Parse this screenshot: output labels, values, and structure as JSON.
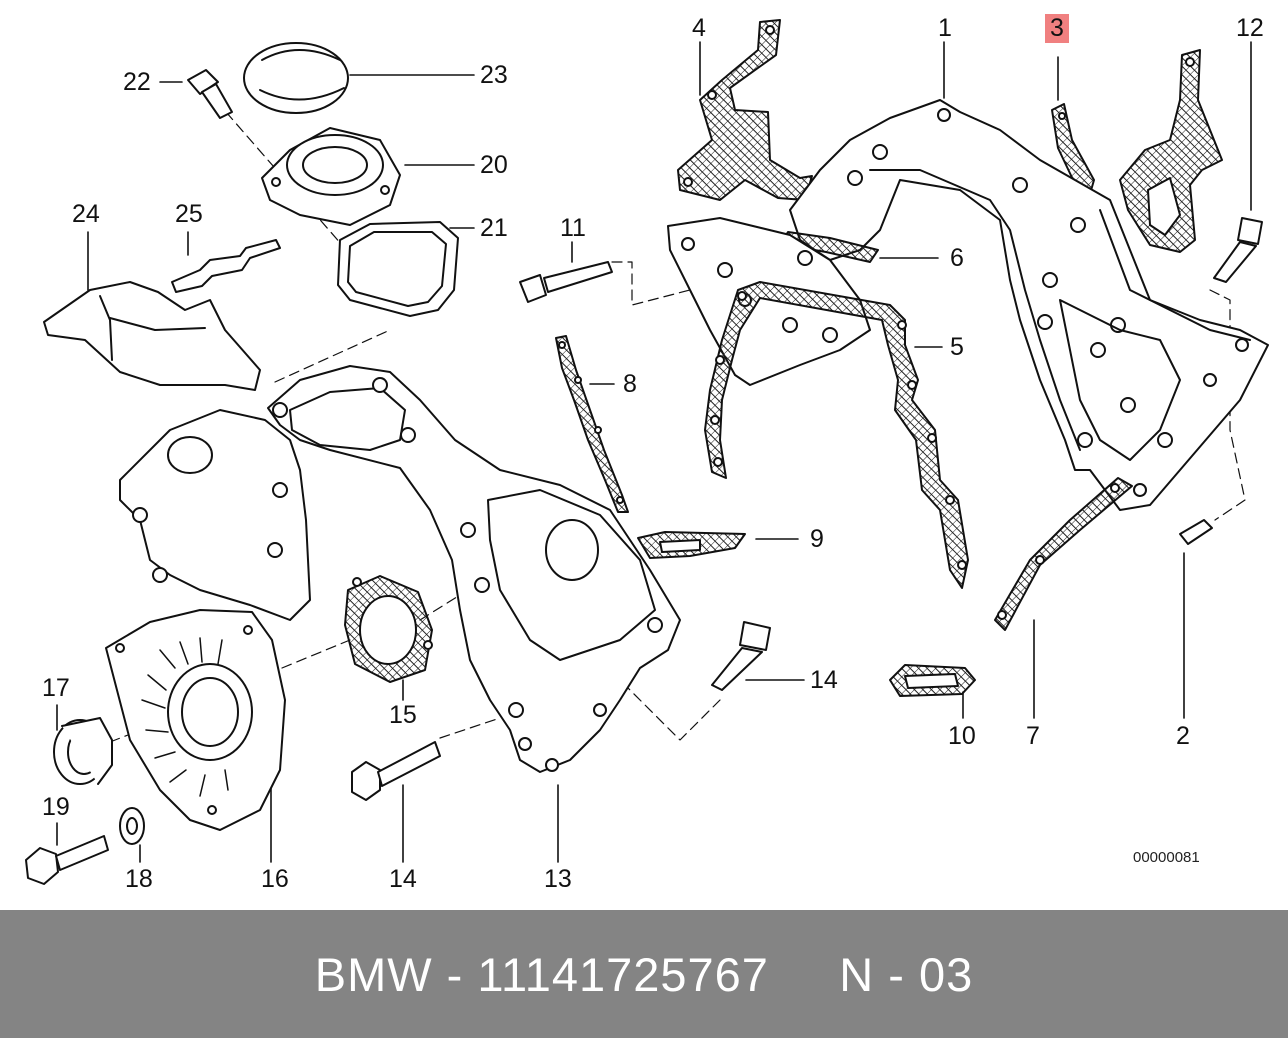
{
  "diagram": {
    "callouts": [
      {
        "id": "c1",
        "label": "1"
      },
      {
        "id": "c2",
        "label": "2"
      },
      {
        "id": "c3",
        "label": "3",
        "highlighted": true
      },
      {
        "id": "c4",
        "label": "4"
      },
      {
        "id": "c5",
        "label": "5"
      },
      {
        "id": "c6",
        "label": "6"
      },
      {
        "id": "c7",
        "label": "7"
      },
      {
        "id": "c8",
        "label": "8"
      },
      {
        "id": "c9",
        "label": "9"
      },
      {
        "id": "c10",
        "label": "10"
      },
      {
        "id": "c11",
        "label": "11"
      },
      {
        "id": "c12",
        "label": "12"
      },
      {
        "id": "c13",
        "label": "13"
      },
      {
        "id": "c14a",
        "label": "14"
      },
      {
        "id": "c14b",
        "label": "14"
      },
      {
        "id": "c15",
        "label": "15"
      },
      {
        "id": "c16",
        "label": "16"
      },
      {
        "id": "c17",
        "label": "17"
      },
      {
        "id": "c18",
        "label": "18"
      },
      {
        "id": "c19",
        "label": "19"
      },
      {
        "id": "c20",
        "label": "20"
      },
      {
        "id": "c21",
        "label": "21"
      },
      {
        "id": "c22",
        "label": "22"
      },
      {
        "id": "c23",
        "label": "23"
      },
      {
        "id": "c24",
        "label": "24"
      },
      {
        "id": "c25",
        "label": "25"
      }
    ],
    "reference_code": "00000081",
    "highlight_color": "#f08080"
  },
  "footer": {
    "brand": "BMW",
    "separator": "-",
    "part_number": "11141725767",
    "variant_prefix": "N",
    "variant_number": "03",
    "background_color": "#848484"
  }
}
